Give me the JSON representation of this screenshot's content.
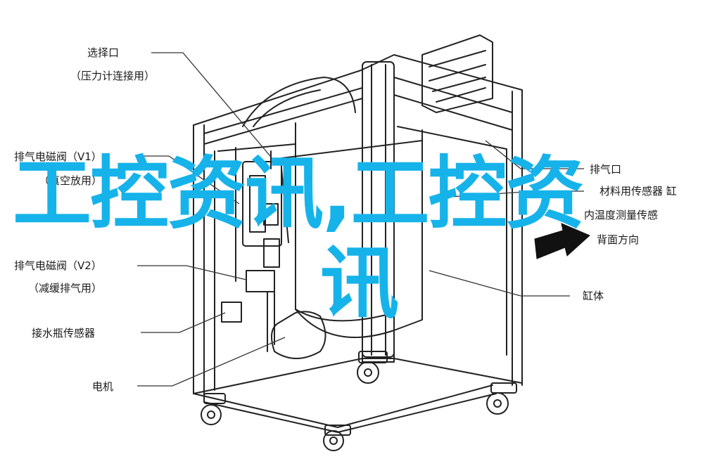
{
  "labels": {
    "select_port": "选择口",
    "select_port_note": "（压力计连接用）",
    "exhaust_valve_v1": "排气电磁阀（V1）",
    "exhaust_valve_v1_note": "（真空放用）",
    "exhaust_valve_v2": "排气电磁阀（V2）",
    "exhaust_valve_v2_note": "（减缓排气用）",
    "water_sensor": "接水瓶传感器",
    "motor": "电机",
    "exhaust_port": "排气口",
    "temp_sensor_line1": "材料用传感器 缸",
    "temp_sensor_line2": "内温度测量传感",
    "back_direction": "背面方向",
    "cylinder": "缸体"
  },
  "watermark": {
    "line1": "工控资讯,工控资",
    "line2": "讯",
    "color": "#16b3ea"
  }
}
